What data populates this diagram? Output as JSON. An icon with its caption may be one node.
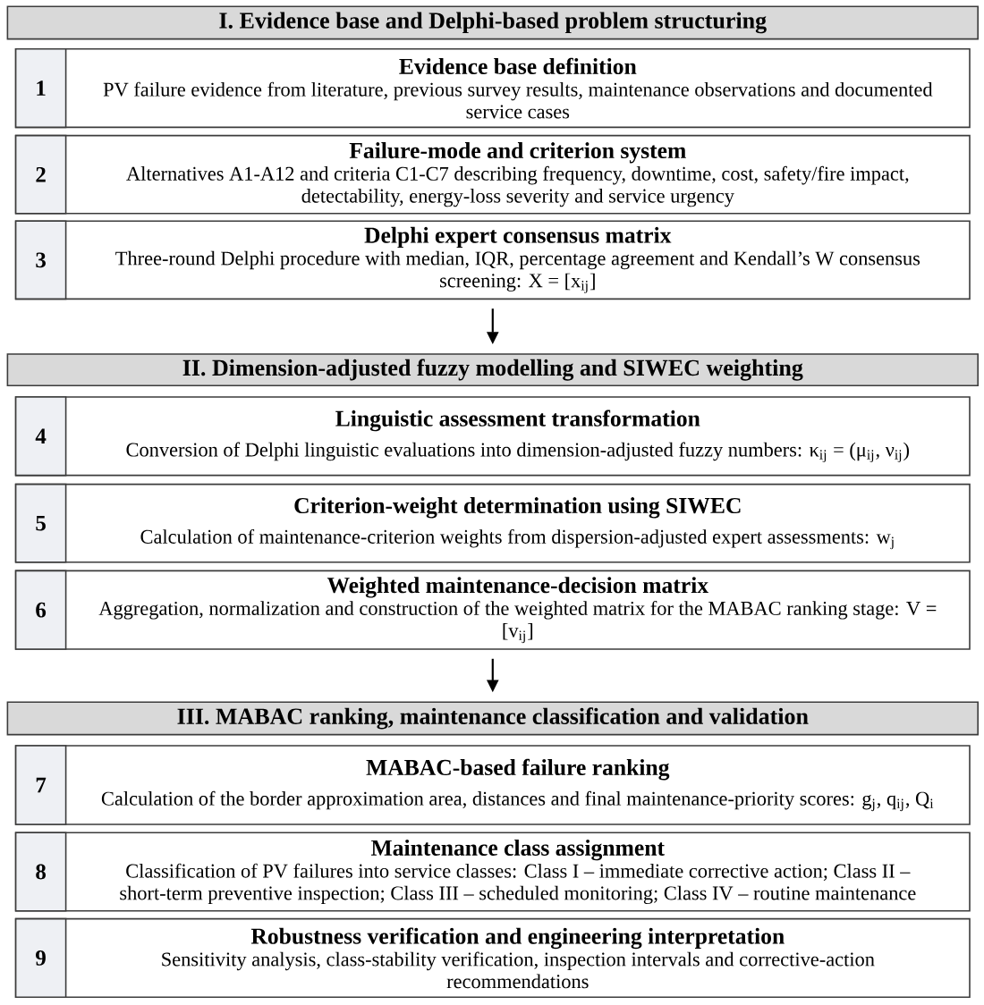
{
  "diagram": {
    "nodes": [
      {
        "text": [
          "I. Evidence base and Delphi-based problem structuring"
        ]
      },
      {
        "text": [
          "Evidence base definition",
          "PV failure evidence from literature, previous survey results, maintenance observations and documented service cases"
        ]
      },
      {
        "text": [
          "1"
        ],
        "in": 1
      },
      {
        "text": [
          "Failure-mode and criterion system",
          "Alternatives A1-A12 and criteria C1-C7 describing frequency, downtime, cost, safety/fire impact, detectability, energy-loss severity and service urgency"
        ]
      },
      {
        "text": [
          "2"
        ],
        "in": 3
      },
      {
        "text": [
          "Delphi expert consensus matrix",
          "Three-round Delphi procedure with median, IQR, percentage agreement and Kendall’s W consensus screening: X = [x$_{ij}$]"
        ]
      },
      {
        "text": [
          "3"
        ],
        "in": 5
      },
      {
        "text": [
          "II. Dimension-adjusted fuzzy modelling and SIWEC weighting"
        ]
      },
      {
        "text": [
          "Linguistic assessment transformation",
          "Conversion of Delphi linguistic evaluations into dimension-adjusted fuzzy numbers: κ$_{ij}$ = (μ$_{ij}$, ν$_{ij}$)"
        ]
      },
      {
        "text": [
          "4"
        ],
        "in": 8
      },
      {
        "text": [
          "Criterion-weight determination using SIWEC",
          "Calculation of maintenance-criterion weights from dispersion-adjusted expert assessments: w$_{j}$"
        ]
      },
      {
        "text": [
          "5"
        ],
        "in": 10
      },
      {
        "text": [
          "Weighted maintenance-decision matrix",
          "Aggregation, normalization and construction of the weighted matrix for the MABAC ranking stage: V = [v$_{ij}$]"
        ]
      },
      {
        "text": [
          "6"
        ],
        "in": 12
      },
      {
        "text": [
          "III. MABAC ranking, maintenance classification and validation"
        ]
      },
      {
        "text": [
          "MABAC-based failure ranking",
          "Calculation of the border approximation area, distances and final maintenance-priority scores: g$_{j}$, q$_{ij}$, Q$_{i}$"
        ]
      },
      {
        "text": [
          "7"
        ],
        "in": 15
      },
      {
        "text": [
          "Maintenance class assignment",
          "Classification of PV failures into service classes: Class I – immediate corrective action; Class II – short-term preventive inspection; Class III – scheduled monitoring; Class IV – routine maintenance"
        ]
      },
      {
        "text": [
          "8"
        ],
        "in": 17
      },
      {
        "text": [
          "Robustness verification and engineering interpretation",
          "Sensitivity analysis, class-stability verification, inspection intervals and corrective-action recommendations"
        ]
      },
      {
        "text": [
          "9"
        ],
        "in": 19
      }
    ],
    "edges": [
      {
        "from": 5,
        "to": 7,
        "arrow": "to"
      },
      {
        "from": 12,
        "to": 14,
        "arrow": "to"
      }
    ]
  }
}
